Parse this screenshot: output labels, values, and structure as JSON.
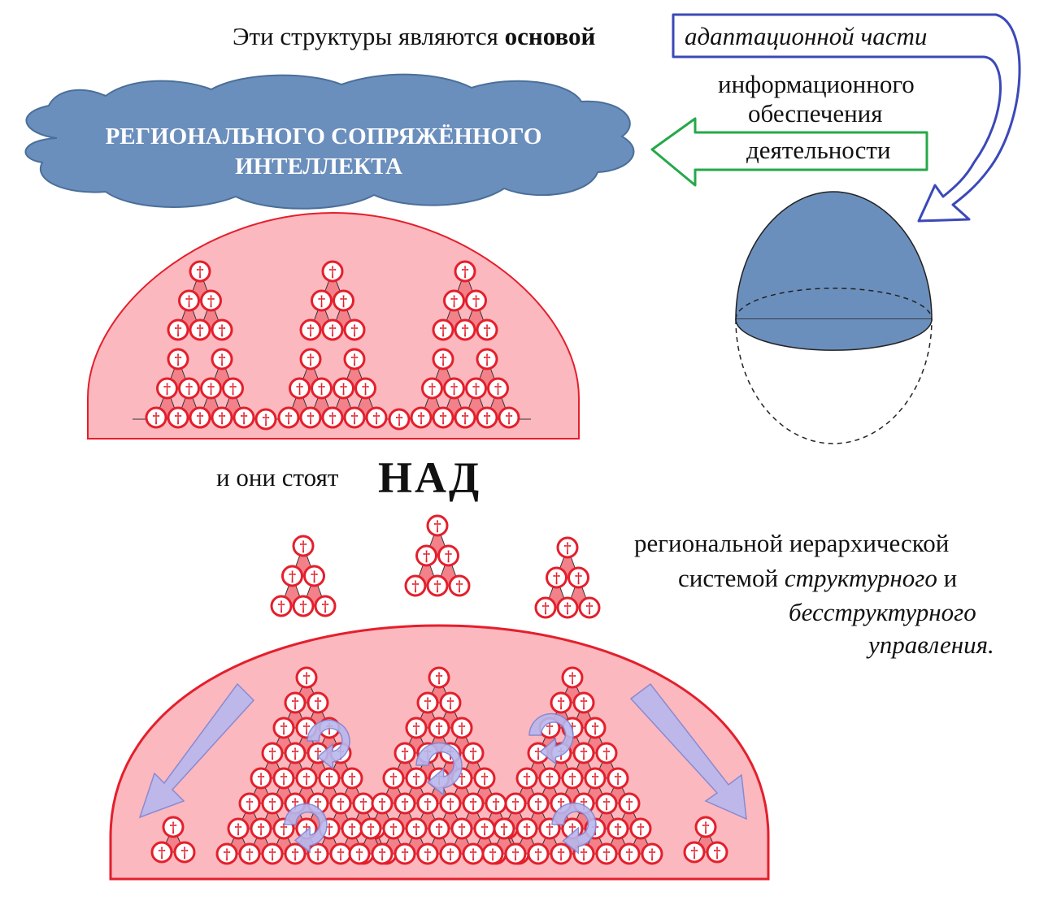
{
  "colors": {
    "node_stroke": "#e41f2c",
    "node_fill": "#ffffff",
    "triangle_fill": "#f2818a",
    "dome_fill": "#fbb8be",
    "dome_stroke": "#e41f2c",
    "cloud_fill": "#6b8fbd",
    "hemisphere_fill": "#6b8fbd",
    "arrow_blue": "#3b49b8",
    "arrow_green": "#25a84a",
    "flow_arrow": "#b7b9ee"
  },
  "icons": {
    "node": "cross-symbol-circle",
    "cloud": "cloud-shape",
    "hemisphere": "hemisphere-shape"
  },
  "header": {
    "line_part1": "Эти структуры являются",
    "line_bold": "основой",
    "box_text": "адаптационной части"
  },
  "green_arrow": {
    "line1": "информационного",
    "line2": "обеспечения",
    "line3": "деятельности"
  },
  "cloud": {
    "line1": "РЕГИОНАЛЬНОГО СОПРЯЖЁННОГО",
    "line2": "ИНТЕЛЛЕКТА"
  },
  "middle": {
    "prefix": "и они стоят",
    "big_word": "НАД"
  },
  "right_text": {
    "line1": "региональной иерархической",
    "line2_plain": "системой",
    "line2_italic": "структурного",
    "line2_end": "и",
    "line3": "бесструктурного",
    "line4": "управления."
  },
  "node_symbol": "†"
}
